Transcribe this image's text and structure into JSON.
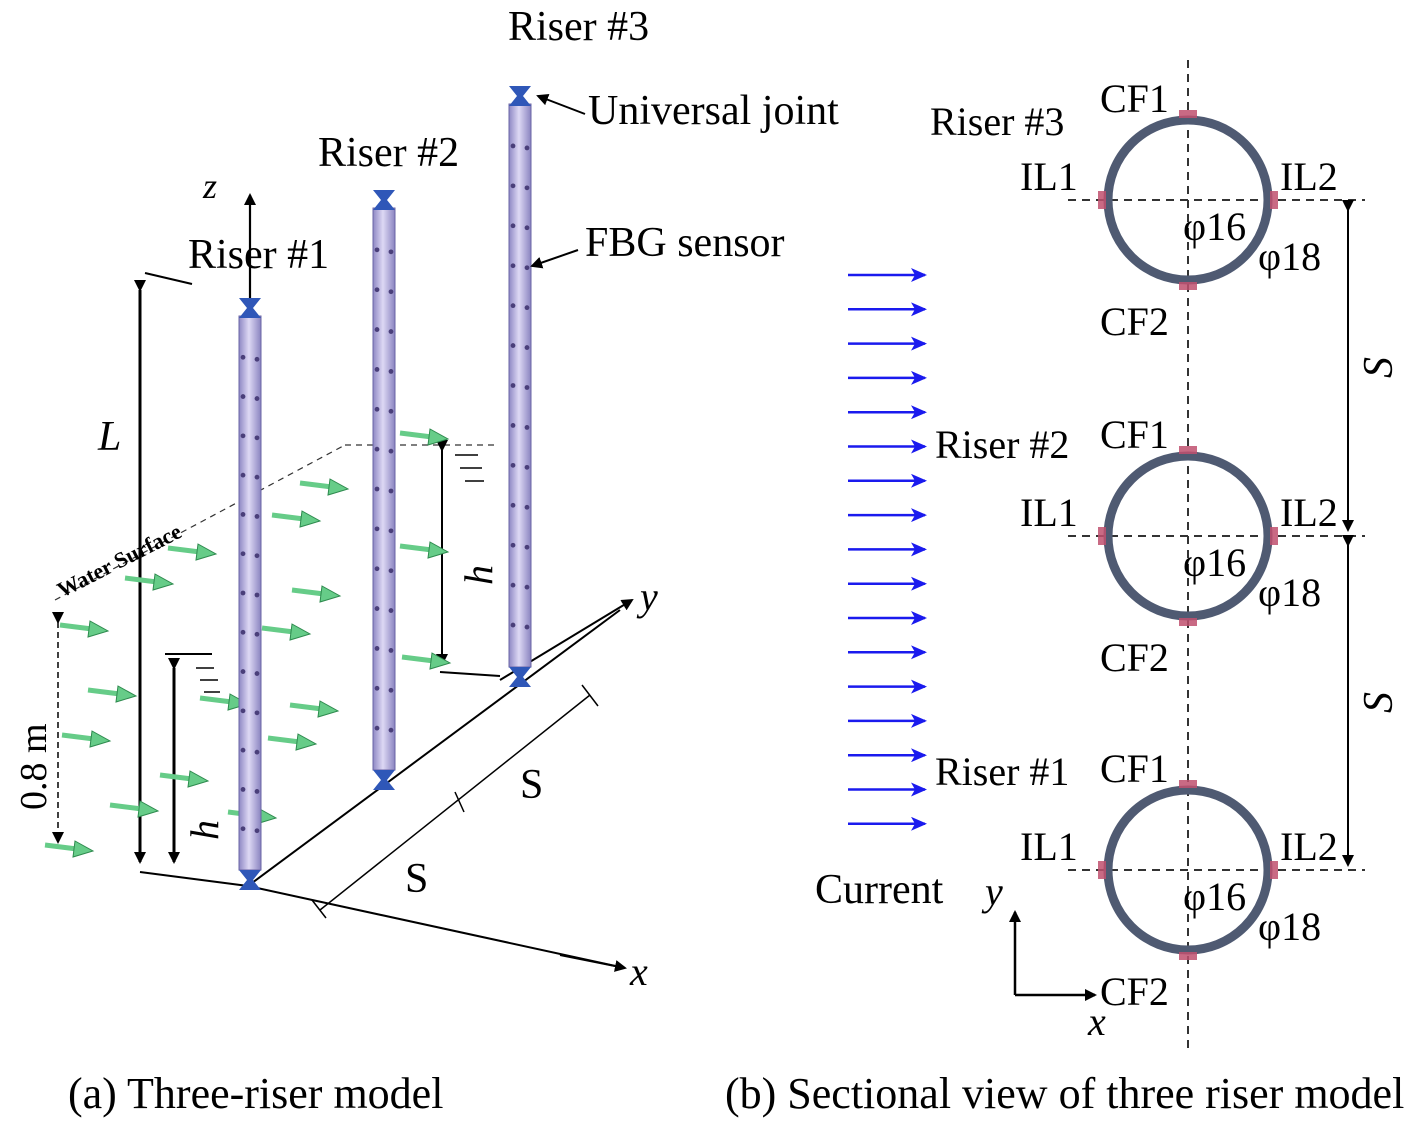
{
  "panel_a": {
    "caption": "(a) Three-riser model",
    "risers": [
      "Riser #1",
      "Riser #2",
      "Riser #3"
    ],
    "callouts": {
      "joint": "Universal joint",
      "sensor": "FBG sensor"
    },
    "water_surface": "Water Surface",
    "axes": {
      "x": "x",
      "y": "y",
      "z": "z"
    },
    "dims": {
      "length": "L",
      "depth_a": "h",
      "depth_b": "h",
      "spacing_a": "S",
      "spacing_b": "S",
      "height": "0.8 m"
    }
  },
  "panel_b": {
    "caption": "(b) Sectional view of three riser model",
    "current_label": "Current",
    "axes": {
      "x": "x",
      "y": "y"
    },
    "spacing": [
      "S",
      "S"
    ],
    "sections": [
      {
        "riser": "Riser #3",
        "cf_top": "CF1",
        "cf_bottom": "CF2",
        "il_left": "IL1",
        "il_right": "IL2",
        "inner_diameter": "φ16",
        "outer_diameter": "φ18"
      },
      {
        "riser": "Riser #2",
        "cf_top": "CF1",
        "cf_bottom": "CF2",
        "il_left": "IL1",
        "il_right": "IL2",
        "inner_diameter": "φ16",
        "outer_diameter": "φ18"
      },
      {
        "riser": "Riser #1",
        "cf_top": "CF1",
        "cf_bottom": "CF2",
        "il_left": "IL1",
        "il_right": "IL2",
        "inner_diameter": "φ16",
        "outer_diameter": "φ18"
      }
    ]
  },
  "colors": {
    "riser_body": "#b8b2dc",
    "riser_joint": "#2f57b8",
    "flow_arrow": "#66cc88",
    "current_arrow": "#1a1aee",
    "section_ring": "#4f5a72",
    "sensor_pad": "#c0506e"
  }
}
